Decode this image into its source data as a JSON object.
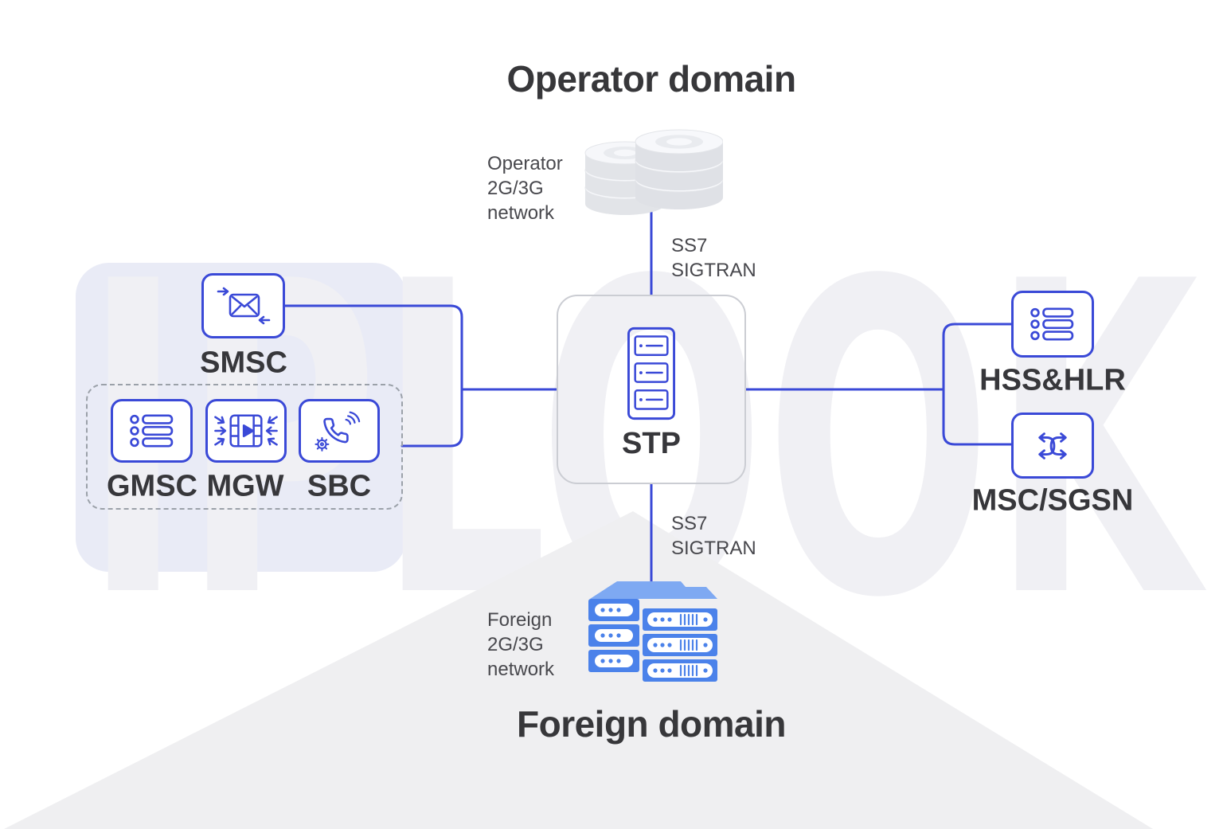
{
  "watermark": "IPLOOK",
  "titles": {
    "operator": "Operator domain",
    "foreign": "Foreign domain"
  },
  "nodes": {
    "smsc": {
      "label": "SMSC",
      "icon": "message-in-out-icon"
    },
    "gmsc": {
      "label": "GMSC",
      "icon": "subscriber-list-icon"
    },
    "mgw": {
      "label": "MGW",
      "icon": "media-gateway-icon"
    },
    "sbc": {
      "label": "SBC",
      "icon": "phone-gear-icon"
    },
    "stp": {
      "label": "STP",
      "icon": "server-tower-icon"
    },
    "hss_hlr": {
      "label": "HSS&HLR",
      "icon": "subscriber-list-icon"
    },
    "msc_sgsn": {
      "label": "MSC/SGSN",
      "icon": "switch-crossover-icon"
    }
  },
  "annotations": {
    "operator_network": [
      "Operator",
      "2G/3G",
      "network"
    ],
    "foreign_network": [
      "Foreign",
      "2G/3G",
      "network"
    ],
    "ss7_top": [
      "SS7",
      "SIGTRAN"
    ],
    "ss7_bottom": [
      "SS7",
      "SIGTRAN"
    ]
  },
  "colors": {
    "accent_blue": "#3a49d7",
    "server_fill_blue": "#4b82ea",
    "server_roof_blue": "#7ea9f2",
    "text_dark": "#37373b",
    "text_medium": "#48484d",
    "frame_gray": "#cbcdd3",
    "dashed_gray": "#9ba1a9",
    "panel_lavender": "#e9ebf6",
    "triangle_gray": "#efeff1",
    "watermark_gray": "#f0f0f4"
  }
}
